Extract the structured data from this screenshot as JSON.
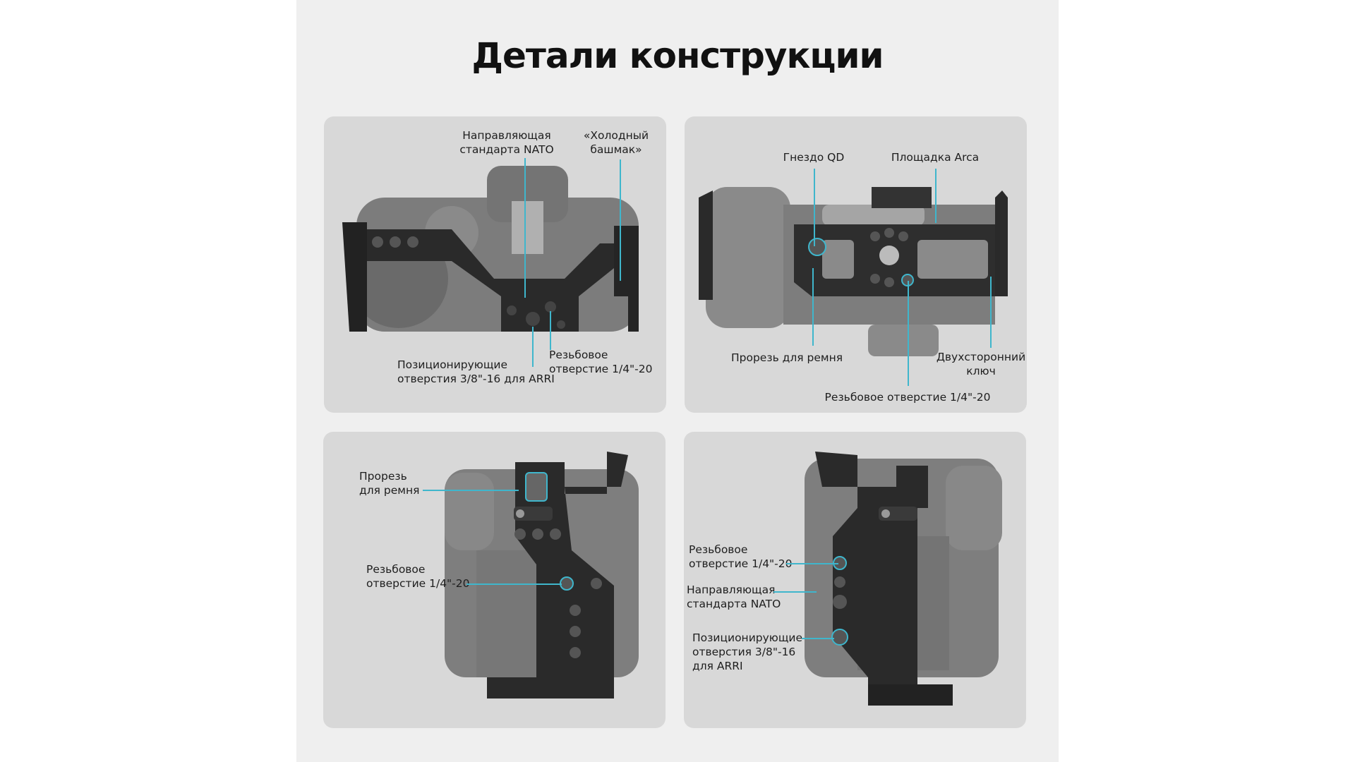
{
  "title": "Детали конструкции",
  "accent_color": "#3fb6cc",
  "panels": {
    "top_left": {
      "nato": [
        "Направляющая",
        "стандарта NATO"
      ],
      "cold_shoe": [
        "«Холодный",
        "башмак»"
      ],
      "arri": [
        "Позиционирующие",
        "отверстия 3/8\"-16 для ARRI"
      ],
      "thread": [
        "Резьбовое",
        "отверстие 1/4\"-20"
      ]
    },
    "top_right": {
      "qd": "Гнездо QD",
      "arca": "Площадка Arca",
      "strap": "Прорезь для ремня",
      "key": [
        "Двухсторонний",
        "ключ"
      ],
      "thread": "Резьбовое отверстие 1/4\"-20"
    },
    "bottom_left": {
      "strap": [
        "Прорезь",
        "для ремня"
      ],
      "thread": [
        "Резьбовое",
        "отверстие 1/4\"-20"
      ]
    },
    "bottom_right": {
      "thread": [
        "Резьбовое",
        "отверстие 1/4\"-20"
      ],
      "nato": [
        "Направляющая",
        "стандарта NATO"
      ],
      "arri": [
        "Позиционирующие",
        "отверстия 3/8\"-16",
        "для ARRI"
      ]
    }
  }
}
